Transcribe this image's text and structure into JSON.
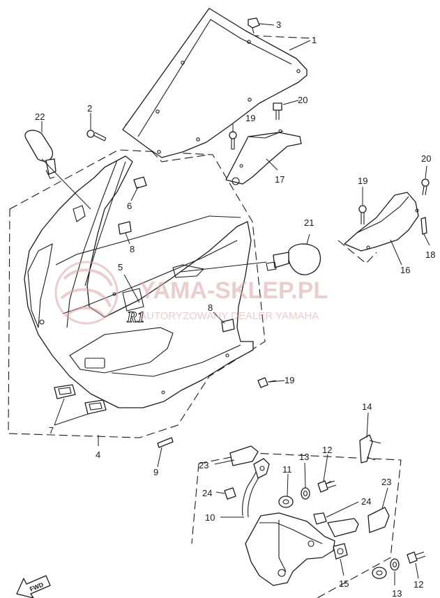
{
  "watermark": {
    "main": "YAMA-SKLEP.PL",
    "sub": "AUTORYZOWANY DEALER YAMAHA",
    "color": "#d9a6a6"
  },
  "fwd_label": "FWD",
  "fairing_logo": "R1",
  "callouts": [
    {
      "id": "c1",
      "label": "1"
    },
    {
      "id": "c2",
      "label": "2"
    },
    {
      "id": "c3",
      "label": "3"
    },
    {
      "id": "c4",
      "label": "4"
    },
    {
      "id": "c5",
      "label": "5"
    },
    {
      "id": "c6",
      "label": "6"
    },
    {
      "id": "c7",
      "label": "7"
    },
    {
      "id": "c8a",
      "label": "8"
    },
    {
      "id": "c8b",
      "label": "8"
    },
    {
      "id": "c9",
      "label": "9"
    },
    {
      "id": "c10",
      "label": "10"
    },
    {
      "id": "c11",
      "label": "11"
    },
    {
      "id": "c12a",
      "label": "12"
    },
    {
      "id": "c12b",
      "label": "12"
    },
    {
      "id": "c13a",
      "label": "13"
    },
    {
      "id": "c13b",
      "label": "13"
    },
    {
      "id": "c14",
      "label": "14"
    },
    {
      "id": "c15",
      "label": "15"
    },
    {
      "id": "c16",
      "label": "16"
    },
    {
      "id": "c17",
      "label": "17"
    },
    {
      "id": "c18",
      "label": "18"
    },
    {
      "id": "c19a",
      "label": "19"
    },
    {
      "id": "c19b",
      "label": "19"
    },
    {
      "id": "c19c",
      "label": "19"
    },
    {
      "id": "c20a",
      "label": "20"
    },
    {
      "id": "c20b",
      "label": "20"
    },
    {
      "id": "c21",
      "label": "21"
    },
    {
      "id": "c22",
      "label": "22"
    },
    {
      "id": "c23a",
      "label": "23"
    },
    {
      "id": "c23b",
      "label": "23"
    },
    {
      "id": "c24a",
      "label": "24"
    },
    {
      "id": "c24b",
      "label": "24"
    }
  ]
}
